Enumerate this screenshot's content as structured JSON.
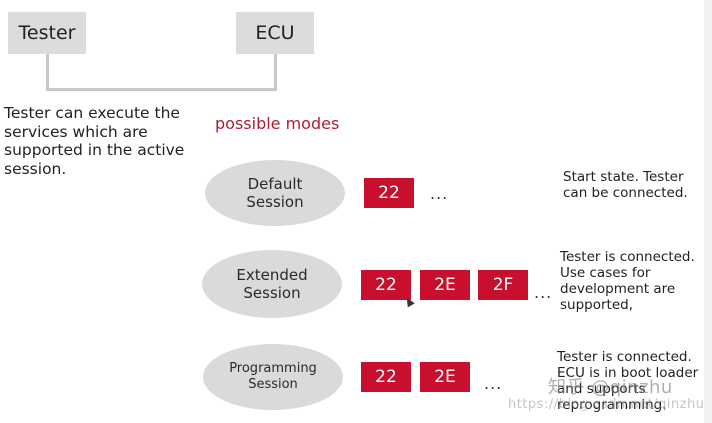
{
  "tester_box": {
    "label": "Tester"
  },
  "ecu_box": {
    "label": "ECU"
  },
  "tester_description": {
    "lines": [
      "Tester can execute the",
      "services which are",
      "supported in the active",
      "session."
    ]
  },
  "modes_title": "possible modes",
  "accent_color": "#c8102e",
  "sessions": [
    {
      "name_lines": [
        "Default",
        "Session"
      ],
      "services": [
        "22"
      ],
      "ellipsis": "...",
      "note_lines": [
        "Start state. Tester",
        "can be connected."
      ]
    },
    {
      "name_lines": [
        "Extended",
        "Session"
      ],
      "services": [
        "22",
        "2E",
        "2F"
      ],
      "ellipsis": "...",
      "note_lines": [
        "Tester is connected.",
        "Use cases for",
        "development are",
        "supported,"
      ]
    },
    {
      "name_lines": [
        "Programming",
        "Session"
      ],
      "services": [
        "22",
        "2E"
      ],
      "ellipsis": "...",
      "note_lines": [
        "Tester is connected.",
        "ECU is in boot loader",
        "and supports",
        "reprogramming."
      ]
    }
  ],
  "watermark": {
    "big": "知乎 @qinzhu",
    "url": "https://blog.csdn.net/qinzhu"
  }
}
